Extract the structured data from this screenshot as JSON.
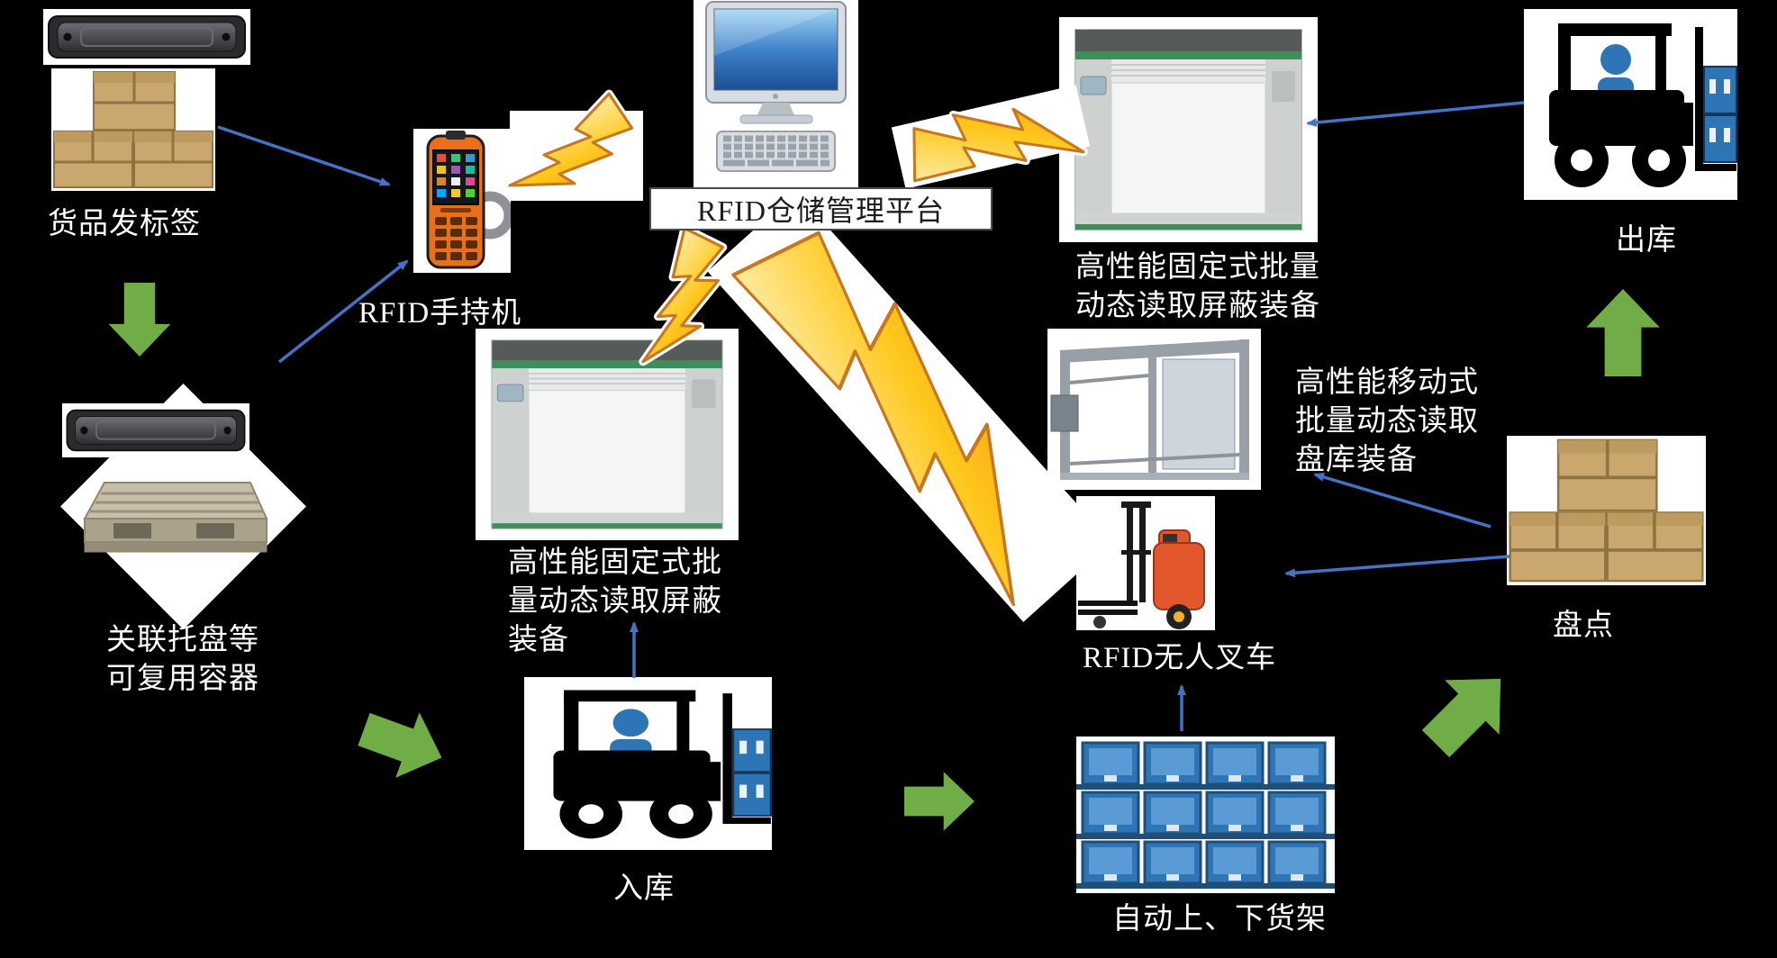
{
  "labels": {
    "goods_tagging": "货品发标签",
    "handheld": "RFID手持机",
    "reusable_container": "关联托盘等\n可复用容器",
    "platform": "RFID仓储管理平台",
    "fixed_reader_right": "高性能固定式批量\n动态读取屏蔽装备",
    "outbound": "出库",
    "fixed_reader_mid": "高性能固定式批\n量动态读取屏蔽\n装备",
    "mobile_reader": "高性能移动式\n批量动态读取\n盘库装备",
    "agv_forklift": "RFID无人叉车",
    "inbound": "入库",
    "shelves": "自动上、下货架",
    "inventory": "盘点"
  },
  "colors": {
    "background": "#000000",
    "flow_arrow_green": "#70AD47",
    "connector_blue": "#4472C4",
    "lightning_yellow": "#FFD24A",
    "lightning_outline": "#C8761F",
    "label_text": "#FFFFFF",
    "platform_text": "#1D1D1D",
    "crate_blue": "#2E75B6",
    "box_tan": "#C9A76F",
    "machine_green": "#3E8E5A"
  },
  "icons": [
    "rfid-tag-icon",
    "goods-boxes-icon",
    "pallet-icon",
    "handheld-reader-icon",
    "desktop-computer-icon",
    "lightning-bolt-icon",
    "fixed-reader-gate-icon",
    "forklift-icon",
    "mobile-reader-frame-icon",
    "agv-stacker-icon",
    "racking-shelves-icon",
    "inventory-boxes-icon",
    "flow-arrow-icon",
    "connector-arrow-icon"
  ]
}
